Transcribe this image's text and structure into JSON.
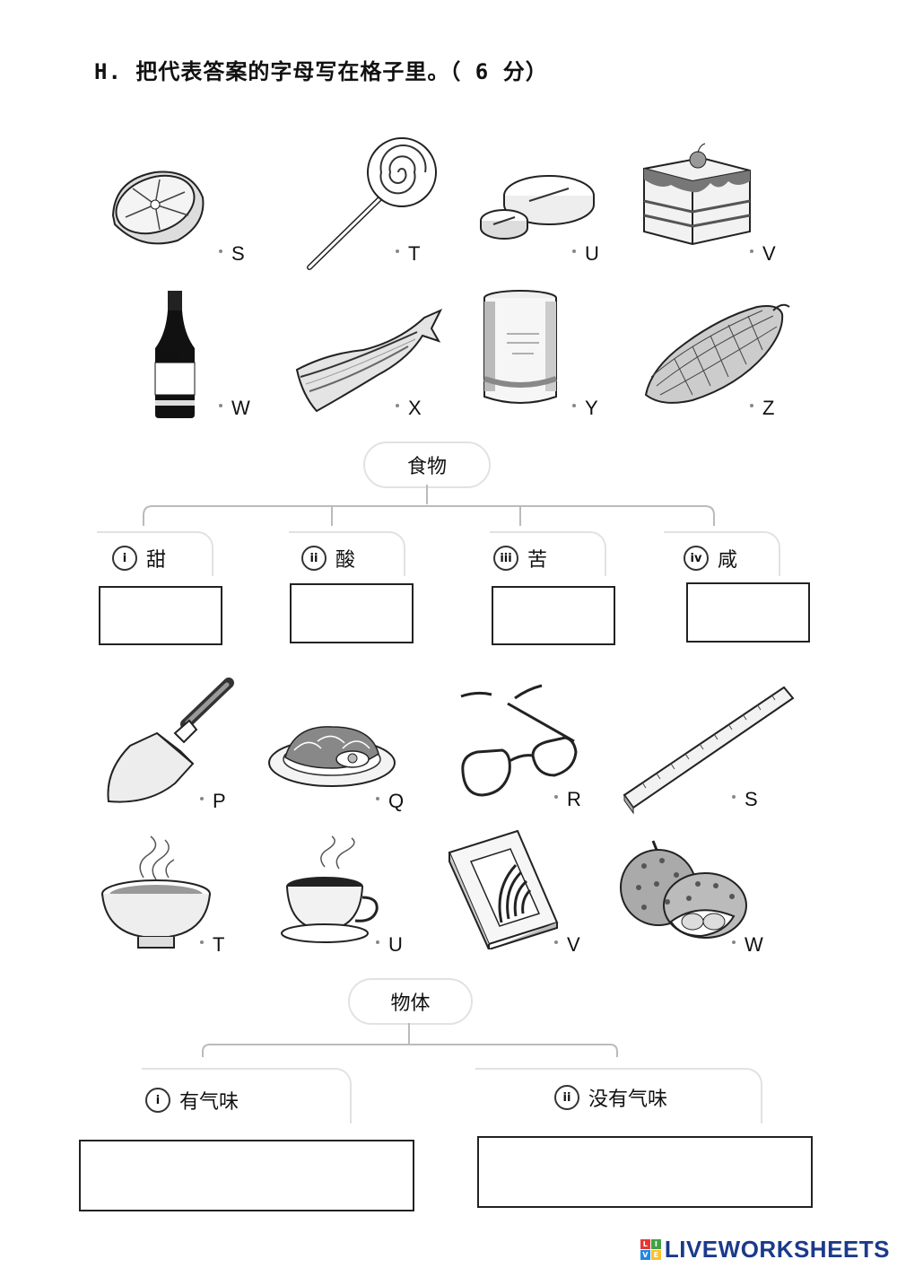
{
  "header": {
    "title": "H. 把代表答案的字母写在格子里。（ 6 分）"
  },
  "section1": {
    "items": [
      {
        "letter": "S",
        "icon": "lemon-icon"
      },
      {
        "letter": "T",
        "icon": "lollipop-icon"
      },
      {
        "letter": "U",
        "icon": "pills-icon"
      },
      {
        "letter": "V",
        "icon": "cake-icon"
      },
      {
        "letter": "W",
        "icon": "soy-sauce-bottle-icon",
        "label": "酱油"
      },
      {
        "letter": "X",
        "icon": "salted-fish-icon"
      },
      {
        "letter": "Y",
        "icon": "canned-food-icon"
      },
      {
        "letter": "Z",
        "icon": "bitter-gourd-icon"
      }
    ],
    "root": "食物",
    "categories": [
      {
        "num": "i",
        "label": "甜"
      },
      {
        "num": "ii",
        "label": "酸"
      },
      {
        "num": "iii",
        "label": "苦"
      },
      {
        "num": "iv",
        "label": "咸"
      }
    ]
  },
  "section2": {
    "items": [
      {
        "letter": "P",
        "icon": "trowel-icon"
      },
      {
        "letter": "Q",
        "icon": "noodle-plate-icon"
      },
      {
        "letter": "R",
        "icon": "glasses-icon"
      },
      {
        "letter": "S",
        "icon": "ruler-icon"
      },
      {
        "letter": "T",
        "icon": "soup-bowl-icon"
      },
      {
        "letter": "U",
        "icon": "coffee-cup-icon"
      },
      {
        "letter": "V",
        "icon": "book-icon"
      },
      {
        "letter": "W",
        "icon": "durian-icon"
      }
    ],
    "root": "物体",
    "categories": [
      {
        "num": "i",
        "label": "有气味"
      },
      {
        "num": "ii",
        "label": "没有气味"
      }
    ]
  },
  "footer": {
    "brand": "LIVEWORKSHEETS",
    "logo_letters": [
      "L",
      "I",
      "V",
      "E"
    ],
    "colors": {
      "brand": "#1b3a8c",
      "logo": [
        "#e53935",
        "#43a047",
        "#1e88e5",
        "#fbc02d"
      ]
    }
  }
}
